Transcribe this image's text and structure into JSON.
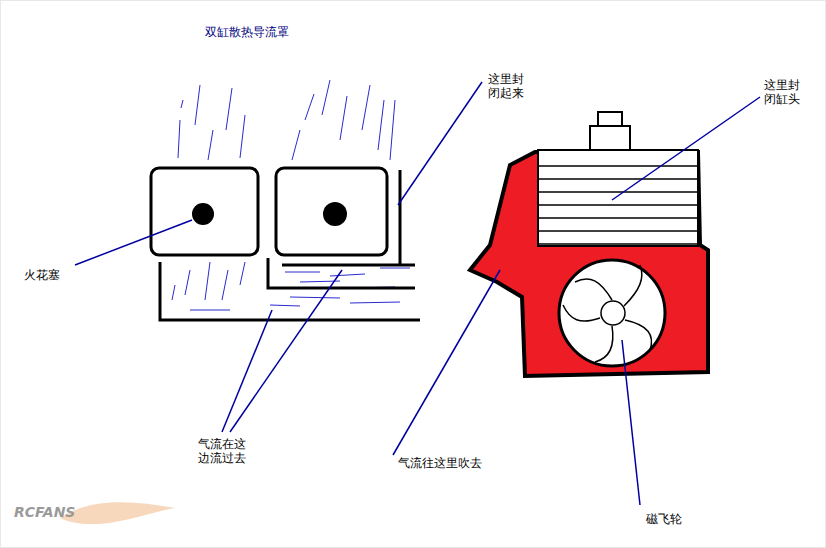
{
  "diagram": {
    "title": "双缸散热导流罩",
    "labels": [
      "这里封闭起来",
      "这里封闭缸头",
      "火花塞",
      "气流在这边流过去",
      "气流往这里吹去",
      "磁飞轮",
      "RCFANS"
    ]
  }
}
